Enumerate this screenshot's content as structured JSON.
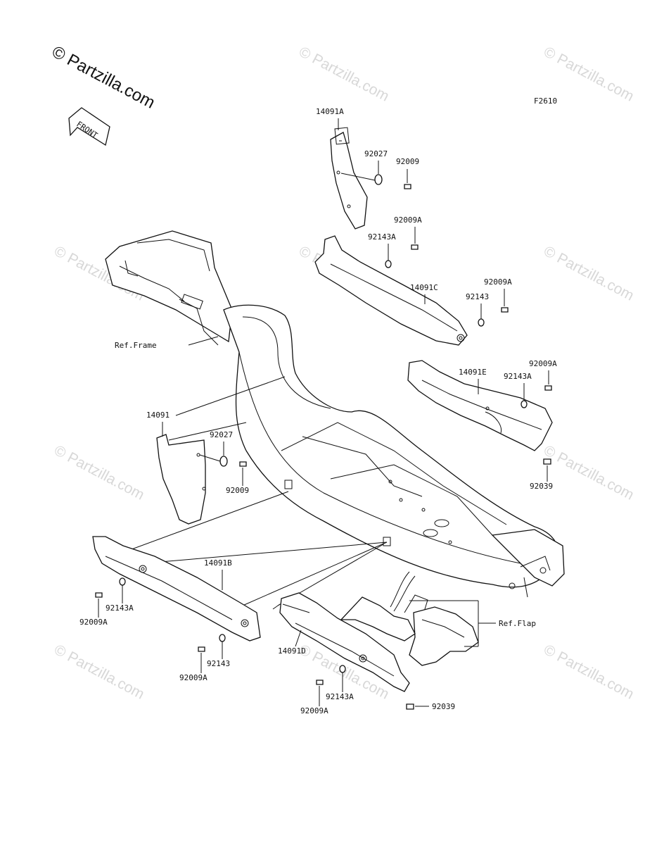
{
  "diagram_code": "F2610",
  "brand": {
    "copyright": "©",
    "site": "Partzilla.com"
  },
  "watermark": "© Partzilla.com",
  "front_arrow": "FRONT",
  "refs": {
    "frame": "Ref.Frame",
    "flap": "Ref.Flap"
  },
  "labels": {
    "p14091A": "14091A",
    "p92027_top": "92027",
    "p92009_top": "92009",
    "p92009A_1": "92009A",
    "p92143A_1": "92143A",
    "p14091C": "14091C",
    "p92009A_2": "92009A",
    "p92143_1": "92143",
    "p14091E": "14091E",
    "p92009A_3": "92009A",
    "p92143A_2": "92143A",
    "p92039_1": "92039",
    "p14091": "14091",
    "p92027_mid": "92027",
    "p92009_mid": "92009",
    "p14091B": "14091B",
    "p92143A_3": "92143A",
    "p92009A_4": "92009A",
    "p92143_2": "92143",
    "p92009A_5": "92009A",
    "p14091D": "14091D",
    "p92143A_4": "92143A",
    "p92009A_6": "92009A",
    "p92039_2": "92039"
  }
}
